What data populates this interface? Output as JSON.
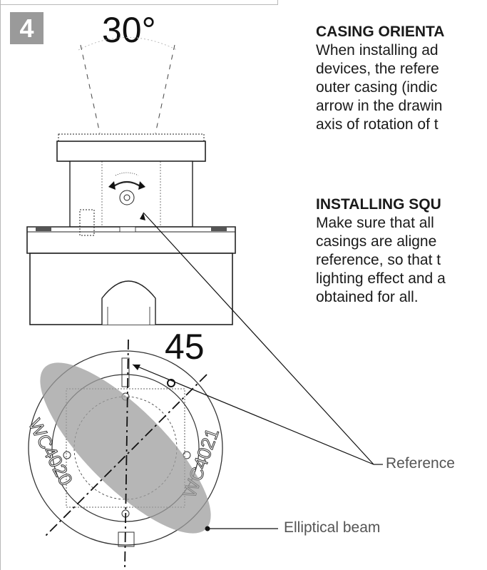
{
  "step_number": "4",
  "angle_top": "30°",
  "angle_bottom": "45",
  "section1": {
    "heading": "CASING ORIENTA",
    "lines": [
      "When installing ad",
      "devices, the refere",
      "outer casing (indic",
      "arrow in the drawin",
      "axis of rotation of t"
    ]
  },
  "section2": {
    "heading": "INSTALLING SQU",
    "lines": [
      "Make sure that all",
      "casings are aligne",
      "reference, so that t",
      "lighting effect and a",
      "obtained for all."
    ]
  },
  "labels": {
    "reference": "Reference",
    "elliptical_beam": "Elliptical beam"
  },
  "ring_text": {
    "right": "WC4021",
    "left": "WC4020"
  },
  "colors": {
    "badge": "#9a9a9a",
    "beam": "#9e9e9e",
    "line": "#222222"
  }
}
